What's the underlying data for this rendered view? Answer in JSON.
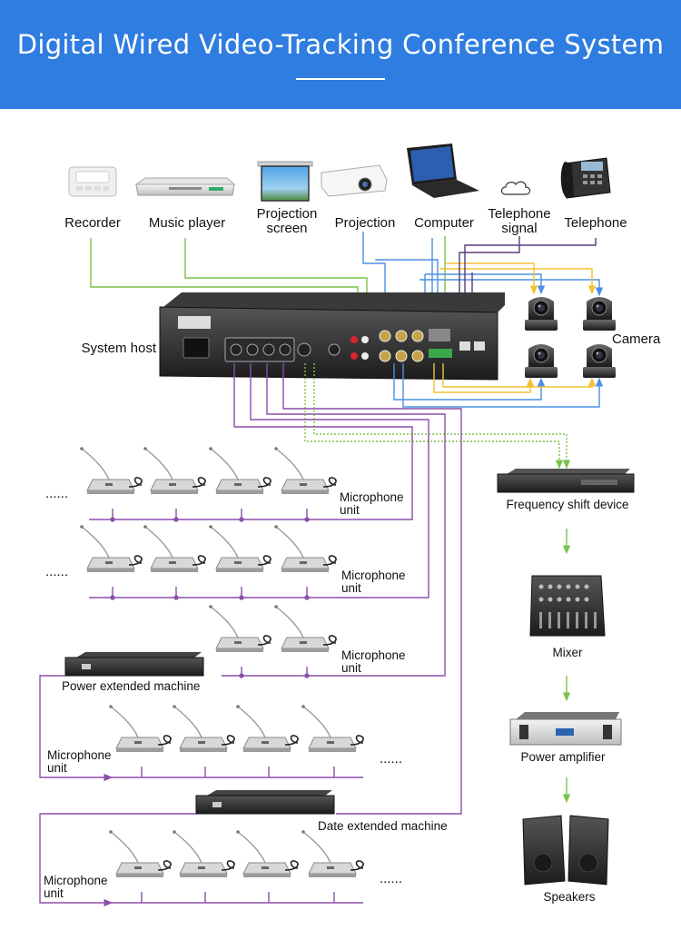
{
  "header": {
    "title": "Digital Wired Video-Tracking Conference System"
  },
  "devices": {
    "recorder": "Recorder",
    "music_player": "Music player",
    "projection_screen_1": "Projection",
    "projection_screen_2": "screen",
    "projection": "Projection",
    "computer": "Computer",
    "telephone_signal_1": "Telephone",
    "telephone_signal_2": "signal",
    "telephone": "Telephone",
    "system_host": "System host",
    "camera": "Camera",
    "frequency_shift": "Frequency shift device",
    "mixer": "Mixer",
    "power_amplifier": "Power amplifier",
    "speakers": "Speakers",
    "power_extended": "Power extended machine",
    "date_extended": "Date extended machine"
  },
  "mic_groups": [
    {
      "label_1": "Microphone",
      "label_2": "unit",
      "ellipsis": "......"
    },
    {
      "label_1": "Microphone",
      "label_2": "unit",
      "ellipsis": "......"
    },
    {
      "label_1": "Microphone",
      "label_2": "unit"
    },
    {
      "label_1": "Microphone",
      "label_2": "unit",
      "ellipsis": "......"
    },
    {
      "label_1": "Microphone",
      "label_2": "unit",
      "ellipsis": "......"
    }
  ],
  "colors": {
    "header_bg": "#2f7de0",
    "green_line": "#7cc24a",
    "blue_line": "#4a90e2",
    "yellow_line": "#f2c230",
    "purple_line": "#8a4fa8",
    "dark_purple_line": "#5c3a7a"
  }
}
